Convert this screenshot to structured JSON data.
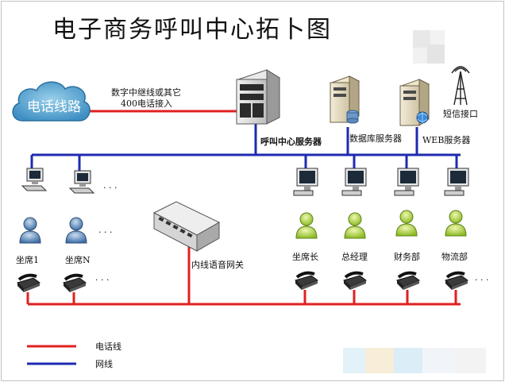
{
  "title": "电子商务呼叫中心拓卜图",
  "cloud": {
    "label": "电话线路"
  },
  "trunk_note": {
    "line1": "数字中继线或其它",
    "line2": "400电话接入"
  },
  "servers": {
    "call_center": "呼叫中心服务器",
    "database": "数据库服务器",
    "web": "WEB服务器"
  },
  "sms_interface": "短信接口",
  "gateway": "内线语音网关",
  "ellipsis": "· · ·",
  "agents": [
    {
      "label": "坐席1"
    },
    {
      "label": "坐席N"
    }
  ],
  "staff": [
    {
      "label": "坐席长"
    },
    {
      "label": "总经理"
    },
    {
      "label": "财务部"
    },
    {
      "label": "物流部"
    }
  ],
  "legend": {
    "phone_line": {
      "label": "电话线",
      "color": "#e02020"
    },
    "network_line": {
      "label": "网线",
      "color": "#1e2bb0"
    }
  },
  "icons": {
    "server": "tower-server-icon",
    "switch": "network-switch-icon",
    "computer": "desktop-computer-icon",
    "user": "user-icon",
    "phone": "telephone-icon",
    "antenna": "antenna-icon",
    "cloud": "cloud-icon"
  }
}
